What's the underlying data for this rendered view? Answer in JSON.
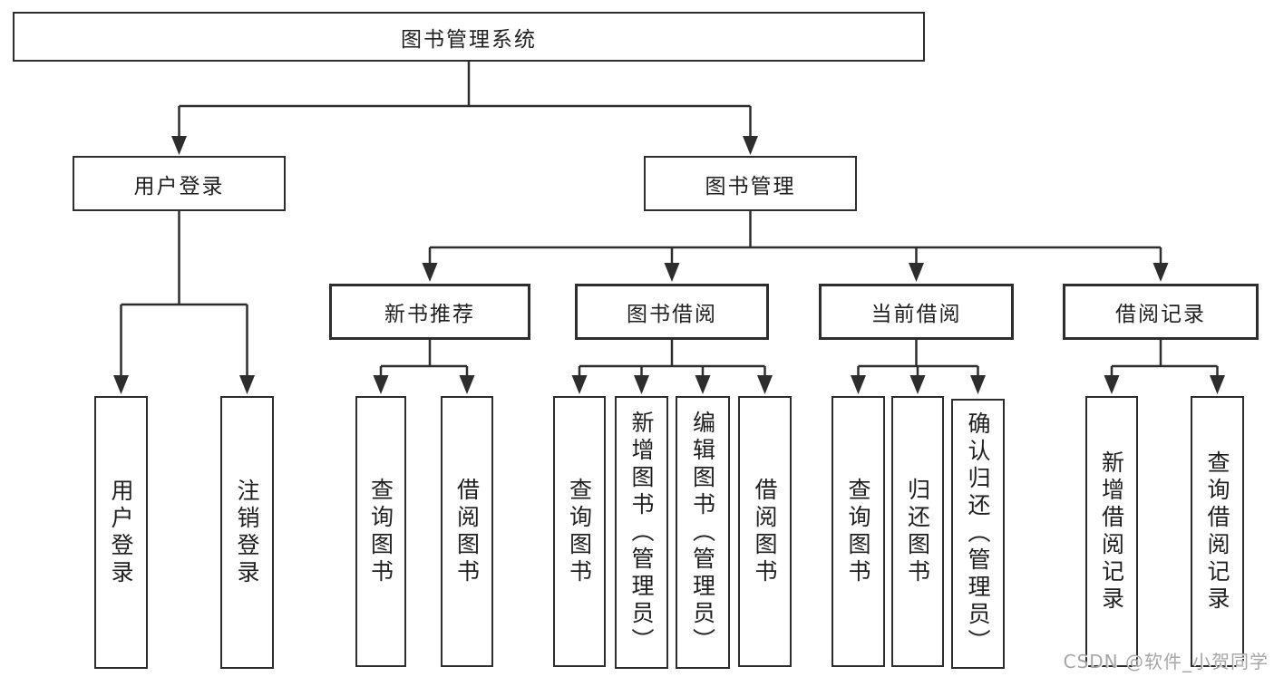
{
  "diagram": {
    "root_label": "图书管理系统",
    "branches": [
      {
        "label": "用户登录",
        "children": [
          {
            "label": "用户登录"
          },
          {
            "label": "注销登录"
          }
        ]
      },
      {
        "label": "图书管理",
        "children": [
          {
            "label": "新书推荐",
            "children": [
              {
                "label": "查询图书"
              },
              {
                "label": "借阅图书"
              }
            ]
          },
          {
            "label": "图书借阅",
            "children": [
              {
                "label": "查询图书"
              },
              {
                "label": "新增图书（管理员）"
              },
              {
                "label": "编辑图书（管理员）"
              },
              {
                "label": "借阅图书"
              }
            ]
          },
          {
            "label": "当前借阅",
            "children": [
              {
                "label": "查询图书"
              },
              {
                "label": "归还图书"
              },
              {
                "label": "确认归还（管理员）"
              }
            ]
          },
          {
            "label": "借阅记录",
            "children": [
              {
                "label": "新增借阅记录"
              },
              {
                "label": "查询借阅记录"
              }
            ]
          }
        ]
      }
    ],
    "colors": {
      "line": "#2d2d2d",
      "text": "#1f1f1f",
      "watermark": "#a6a6a6",
      "background": "#ffffff"
    },
    "watermark": "CSDN @软件_小贺同学"
  }
}
